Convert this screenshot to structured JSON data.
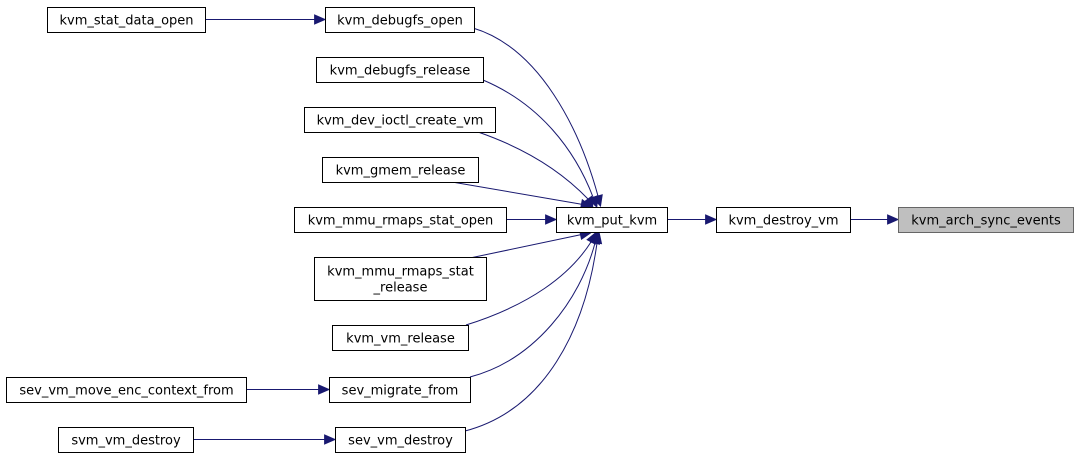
{
  "graph": {
    "edge_color": "#191970",
    "highlight_fill": "#bfbfbf",
    "nodes": {
      "kvm_stat_data_open": [
        "kvm_stat_data_open"
      ],
      "kvm_debugfs_open": [
        "kvm_debugfs_open"
      ],
      "kvm_debugfs_release": [
        "kvm_debugfs_release"
      ],
      "kvm_dev_ioctl_create_vm": [
        "kvm_dev_ioctl_create_vm"
      ],
      "kvm_gmem_release": [
        "kvm_gmem_release"
      ],
      "kvm_mmu_rmaps_stat_open": [
        "kvm_mmu_rmaps_stat_open"
      ],
      "kvm_mmu_rmaps_stat_release": [
        "kvm_mmu_rmaps_stat",
        "_release"
      ],
      "kvm_vm_release": [
        "kvm_vm_release"
      ],
      "sev_vm_move_enc_context_from": [
        "sev_vm_move_enc_context_from"
      ],
      "sev_migrate_from": [
        "sev_migrate_from"
      ],
      "svm_vm_destroy": [
        "svm_vm_destroy"
      ],
      "sev_vm_destroy": [
        "sev_vm_destroy"
      ],
      "kvm_put_kvm": [
        "kvm_put_kvm"
      ],
      "kvm_destroy_vm": [
        "kvm_destroy_vm"
      ],
      "kvm_arch_sync_events": [
        "kvm_arch_sync_events"
      ]
    },
    "focus_node": "kvm_arch_sync_events",
    "edges": [
      {
        "from": "kvm_stat_data_open",
        "to": "kvm_debugfs_open"
      },
      {
        "from": "kvm_debugfs_open",
        "to": "kvm_put_kvm"
      },
      {
        "from": "kvm_debugfs_release",
        "to": "kvm_put_kvm"
      },
      {
        "from": "kvm_dev_ioctl_create_vm",
        "to": "kvm_put_kvm"
      },
      {
        "from": "kvm_gmem_release",
        "to": "kvm_put_kvm"
      },
      {
        "from": "kvm_mmu_rmaps_stat_open",
        "to": "kvm_put_kvm"
      },
      {
        "from": "kvm_mmu_rmaps_stat_release",
        "to": "kvm_put_kvm"
      },
      {
        "from": "kvm_vm_release",
        "to": "kvm_put_kvm"
      },
      {
        "from": "sev_vm_move_enc_context_from",
        "to": "sev_migrate_from"
      },
      {
        "from": "sev_migrate_from",
        "to": "kvm_put_kvm"
      },
      {
        "from": "svm_vm_destroy",
        "to": "sev_vm_destroy"
      },
      {
        "from": "sev_vm_destroy",
        "to": "kvm_put_kvm"
      },
      {
        "from": "kvm_put_kvm",
        "to": "kvm_destroy_vm"
      },
      {
        "from": "kvm_destroy_vm",
        "to": "kvm_arch_sync_events"
      }
    ]
  }
}
